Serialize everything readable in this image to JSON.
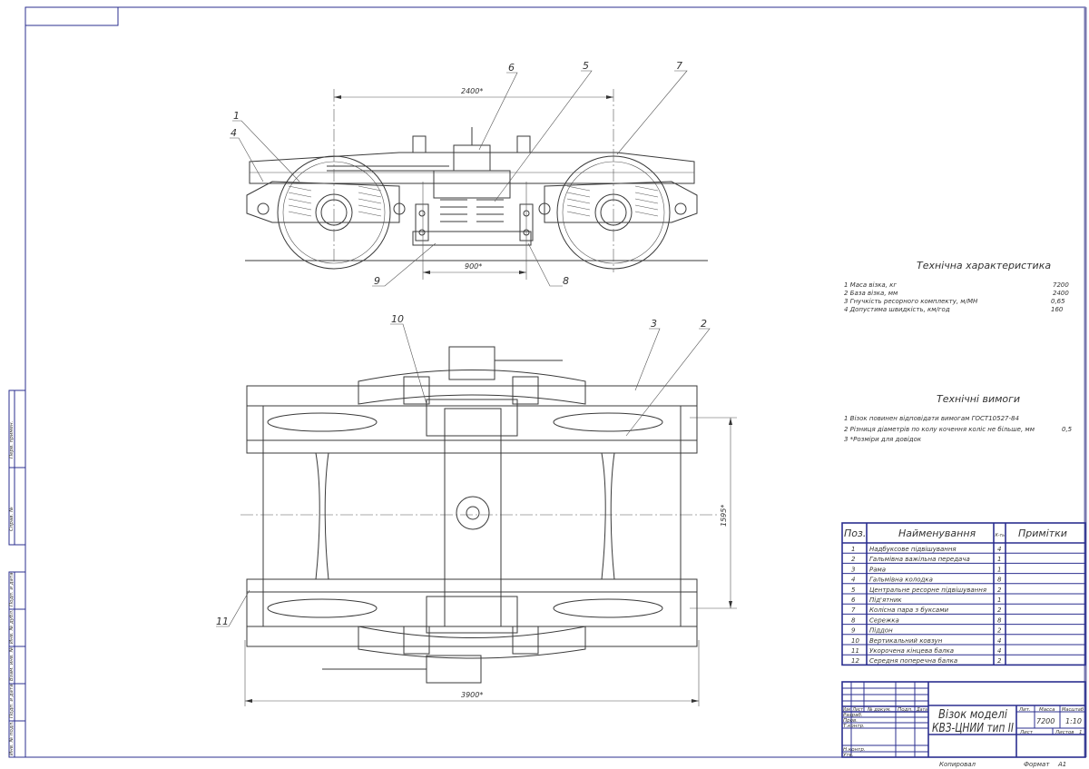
{
  "positions_side": [
    "1",
    "4",
    "6",
    "5",
    "7",
    "9",
    "8"
  ],
  "positions_plan": [
    "10",
    "3",
    "2",
    "11"
  ],
  "dimensions": {
    "base": "2400*",
    "bolster": "900*",
    "length": "3900*",
    "gauge": "1595*"
  },
  "tech_char": {
    "title": "Технічна характеристика",
    "items": [
      {
        "label": "1 Маса візка, кг",
        "value": "7200"
      },
      {
        "label": "2 База візка, мм",
        "value": "2400"
      },
      {
        "label": "3 Гнучкість ресорного комплекту, м/МН",
        "value": "0,65"
      },
      {
        "label": "4 Допустима швидкість, км/год",
        "value": "160"
      }
    ]
  },
  "tech_req": {
    "title": "Технічні вимоги",
    "items": [
      {
        "label": "1 Візок повинен відповідати вимогам ГОСТ10527-84",
        "value": ""
      },
      {
        "label": "2 Різниця діаметрів по колу кочення коліс не більше, мм",
        "value": "0,5"
      },
      {
        "label": "3 *Розміри для довідок",
        "value": ""
      }
    ]
  },
  "spec_table": {
    "headers": [
      "Поз.",
      "Найменування",
      "К-ть",
      "Примітки"
    ],
    "rows": [
      [
        "1",
        "Надбуксове підвішування",
        "4",
        ""
      ],
      [
        "2",
        "Гальмівна важільна передача",
        "1",
        ""
      ],
      [
        "3",
        "Рама",
        "1",
        ""
      ],
      [
        "4",
        "Гальмівна колодка",
        "8",
        ""
      ],
      [
        "5",
        "Центральне ресорне підвішування",
        "2",
        ""
      ],
      [
        "6",
        "Під'ятник",
        "1",
        ""
      ],
      [
        "7",
        "Колісна пара з буксами",
        "2",
        ""
      ],
      [
        "8",
        "Сережка",
        "8",
        ""
      ],
      [
        "9",
        "Піддон",
        "2",
        ""
      ],
      [
        "10",
        "Вертикальний ковзун",
        "4",
        ""
      ],
      [
        "11",
        "Укорочена кінцева балка",
        "4",
        ""
      ],
      [
        "12",
        "Середня поперечна балка",
        "2",
        ""
      ]
    ]
  },
  "title_block": {
    "title_line1": "Візок моделі",
    "title_line2": "КВЗ-ЦНИИ тип II",
    "col_labels": [
      "Изм",
      "Лист",
      "№ докум.",
      "Подп.",
      "Дата"
    ],
    "row_labels": [
      "Разраб.",
      "Пров.",
      "Т.контр.",
      "Н.контр.",
      "Утв."
    ],
    "lit_label": "Лит.",
    "mass_label": "Масса",
    "scale_label": "Масштаб",
    "mass": "7200",
    "scale": "1:10",
    "sheet_label": "Лист",
    "sheets_label": "Листов",
    "sheets": "1",
    "copied": "Копировал",
    "format_label": "Формат",
    "format": "A1"
  },
  "side_strip": [
    "Перв. примен.",
    "Справ. №",
    "Подп. и дата",
    "Инв. № дубл.",
    "Взам. инв. №",
    "Подп. и дата",
    "Инв. № подл."
  ]
}
